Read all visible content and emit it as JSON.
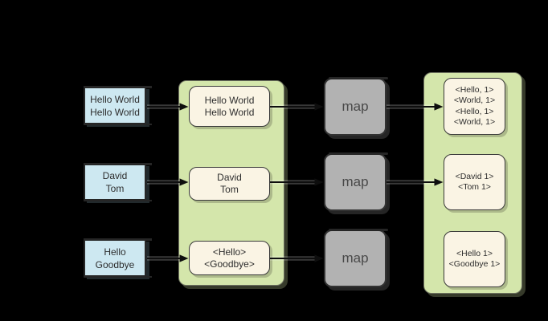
{
  "palette": {
    "background": "#000000",
    "input_fill": "#cde8f1",
    "group_fill": "#d4e6ab",
    "note_fill": "#faf4e4",
    "mapper_fill": "#b2b2b2",
    "border": "#2b2b2b",
    "arrow": "#333333"
  },
  "stages": {
    "inputs": [
      {
        "lines": [
          "Hello World",
          "Hello World"
        ]
      },
      {
        "lines": [
          "David",
          "Tom"
        ]
      },
      {
        "lines": [
          "Hello",
          "Goodbye"
        ]
      }
    ],
    "splits": [
      {
        "lines": [
          "Hello World",
          "Hello World"
        ]
      },
      {
        "lines": [
          "David",
          "Tom"
        ]
      },
      {
        "lines": [
          "<Hello>",
          "<Goodbye>"
        ]
      }
    ],
    "mappers": [
      {
        "label": "map"
      },
      {
        "label": "map"
      },
      {
        "label": "map"
      }
    ],
    "map_outputs": [
      {
        "lines": [
          "<Hello, 1>",
          "<World, 1>",
          "<Hello, 1>",
          "<World, 1>"
        ]
      },
      {
        "lines": [
          "<David 1>",
          "<Tom 1>"
        ]
      },
      {
        "lines": [
          "<Hello 1>",
          "<Goodbye 1>"
        ]
      }
    ]
  }
}
